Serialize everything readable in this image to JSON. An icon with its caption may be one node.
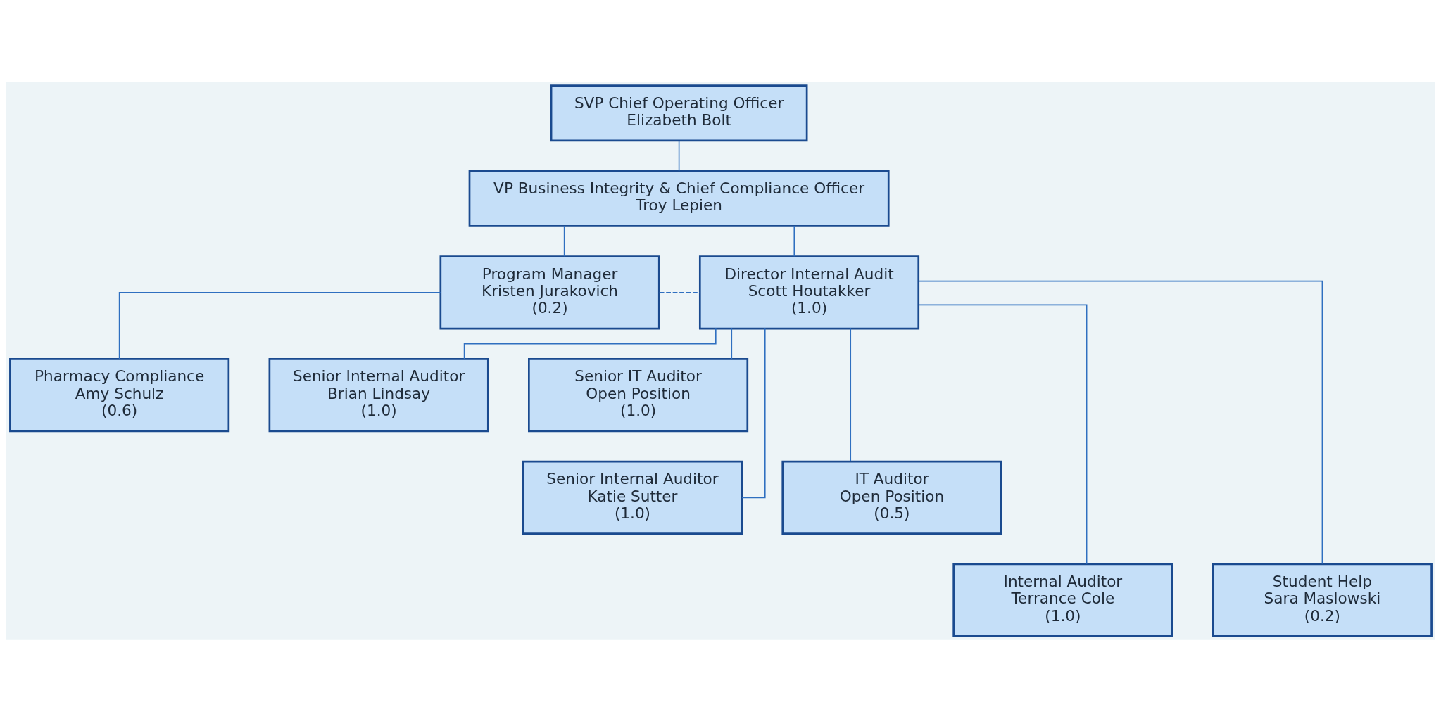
{
  "diagram": {
    "nodes": [
      {
        "text": [
          "SVP Chief Operating Officer",
          "Elizabeth Bolt"
        ]
      },
      {
        "text": [
          "VP Business Integrity & Chief Compliance Officer",
          "Troy Lepien"
        ]
      },
      {
        "text": [
          "Program Manager",
          "Kristen Jurakovich",
          "(0.2)"
        ]
      },
      {
        "text": [
          "Director Internal Audit",
          "Scott Houtakker",
          "(1.0)"
        ]
      },
      {
        "text": [
          "Pharmacy Compliance",
          "Amy Schulz",
          "(0.6)"
        ]
      },
      {
        "text": [
          "Senior Internal Auditor",
          "Brian Lindsay",
          "(1.0)"
        ]
      },
      {
        "text": [
          "Senior IT Auditor",
          "Open Position",
          "(1.0)"
        ]
      },
      {
        "text": [
          "Senior Internal Auditor",
          "Katie Sutter",
          "(1.0)"
        ]
      },
      {
        "text": [
          "IT Auditor",
          "Open Position",
          "(0.5)"
        ]
      },
      {
        "text": [
          "Internal Auditor",
          "Terrance Cole",
          "(1.0)"
        ]
      },
      {
        "text": [
          "Student Help",
          "Sara Maslowski",
          "(0.2)"
        ]
      }
    ],
    "edges": [
      {
        "from": 0,
        "to": 1,
        "arrow": "none"
      },
      {
        "from": 1,
        "to": 2,
        "arrow": "none"
      },
      {
        "from": 1,
        "to": 3,
        "arrow": "none"
      },
      {
        "from": 2,
        "to": 3,
        "arrow": "none",
        "style": "dashed"
      },
      {
        "from": 2,
        "to": 4,
        "arrow": "none"
      },
      {
        "from": 3,
        "to": 5,
        "arrow": "none"
      },
      {
        "from": 3,
        "to": 6,
        "arrow": "none"
      },
      {
        "from": 3,
        "to": 7,
        "arrow": "none"
      },
      {
        "from": 3,
        "to": 8,
        "arrow": "none"
      },
      {
        "from": 3,
        "to": 9,
        "arrow": "none"
      },
      {
        "from": 3,
        "to": 10,
        "arrow": "none"
      }
    ]
  }
}
